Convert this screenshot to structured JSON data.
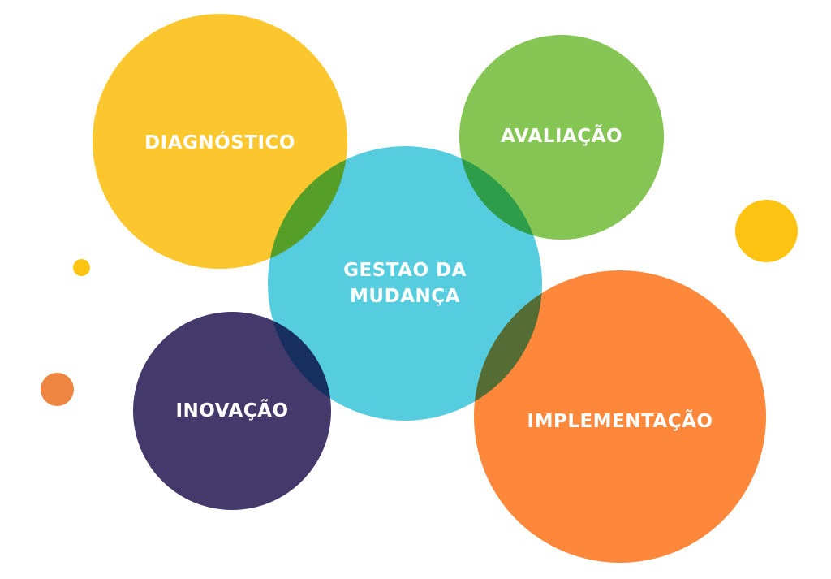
{
  "colors": {
    "diagnostico": "#fcc72e",
    "avaliacao": "#84c553",
    "inovacao": "#433a6b",
    "implementacao": "#fd873b",
    "center": "#56ccdf",
    "dot_yellow": "#fdc312",
    "dot_orange": "#ee8540"
  },
  "nodes": {
    "diagnostico": "DIAGNÓSTICO",
    "avaliacao": "AVALIAÇÃO",
    "inovacao": "INOVAÇÃO",
    "implementacao": "IMPLEMENTAÇÃO",
    "center_line1": "GESTAO DA",
    "center_line2": "MUDANÇA"
  }
}
